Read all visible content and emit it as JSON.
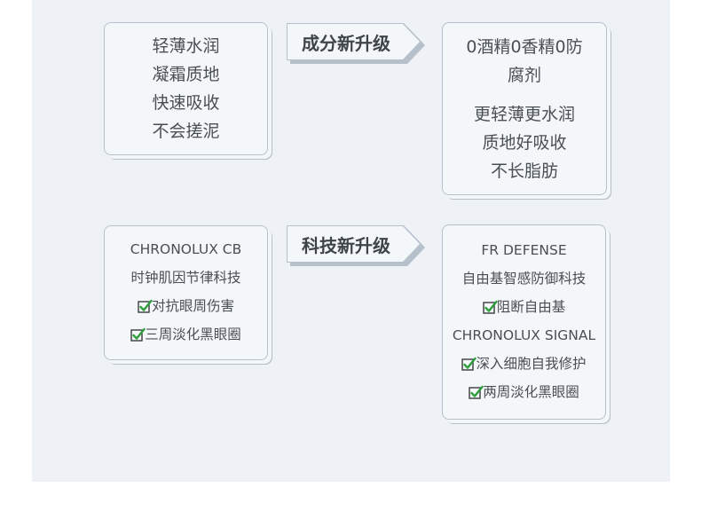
{
  "colors": {
    "panel": "#eef2f7",
    "card": "#f4f7fa",
    "border": "#b6c0cb",
    "check_green": "#2e9e3c"
  },
  "row1": {
    "left": [
      "轻薄水润",
      "凝霜质地",
      "快速吸收",
      "不会搓泥"
    ],
    "arrow_label": "成分新升级",
    "right_top": [
      "0酒精0香精0防",
      "腐剂"
    ],
    "right_bottom": [
      "更轻薄更水润",
      "质地好吸收",
      "不长脂肪"
    ]
  },
  "row2": {
    "left": {
      "title": "CHRONOLUX CB",
      "subtitle": "时钟肌因节律科技",
      "checks": [
        "对抗眼周伤害",
        "三周淡化黑眼圈"
      ]
    },
    "arrow_label": "科技新升级",
    "right": {
      "title": "FR DEFENSE",
      "subtitle": "自由基智感防御科技",
      "check1": "阻断自由基",
      "title2": "CHRONOLUX SIGNAL",
      "checks": [
        "深入细胞自我修护",
        "两周淡化黑眼圈"
      ]
    }
  },
  "icons": {
    "check": "checkbox-check-icon",
    "arrow": "right-arrow-icon"
  }
}
